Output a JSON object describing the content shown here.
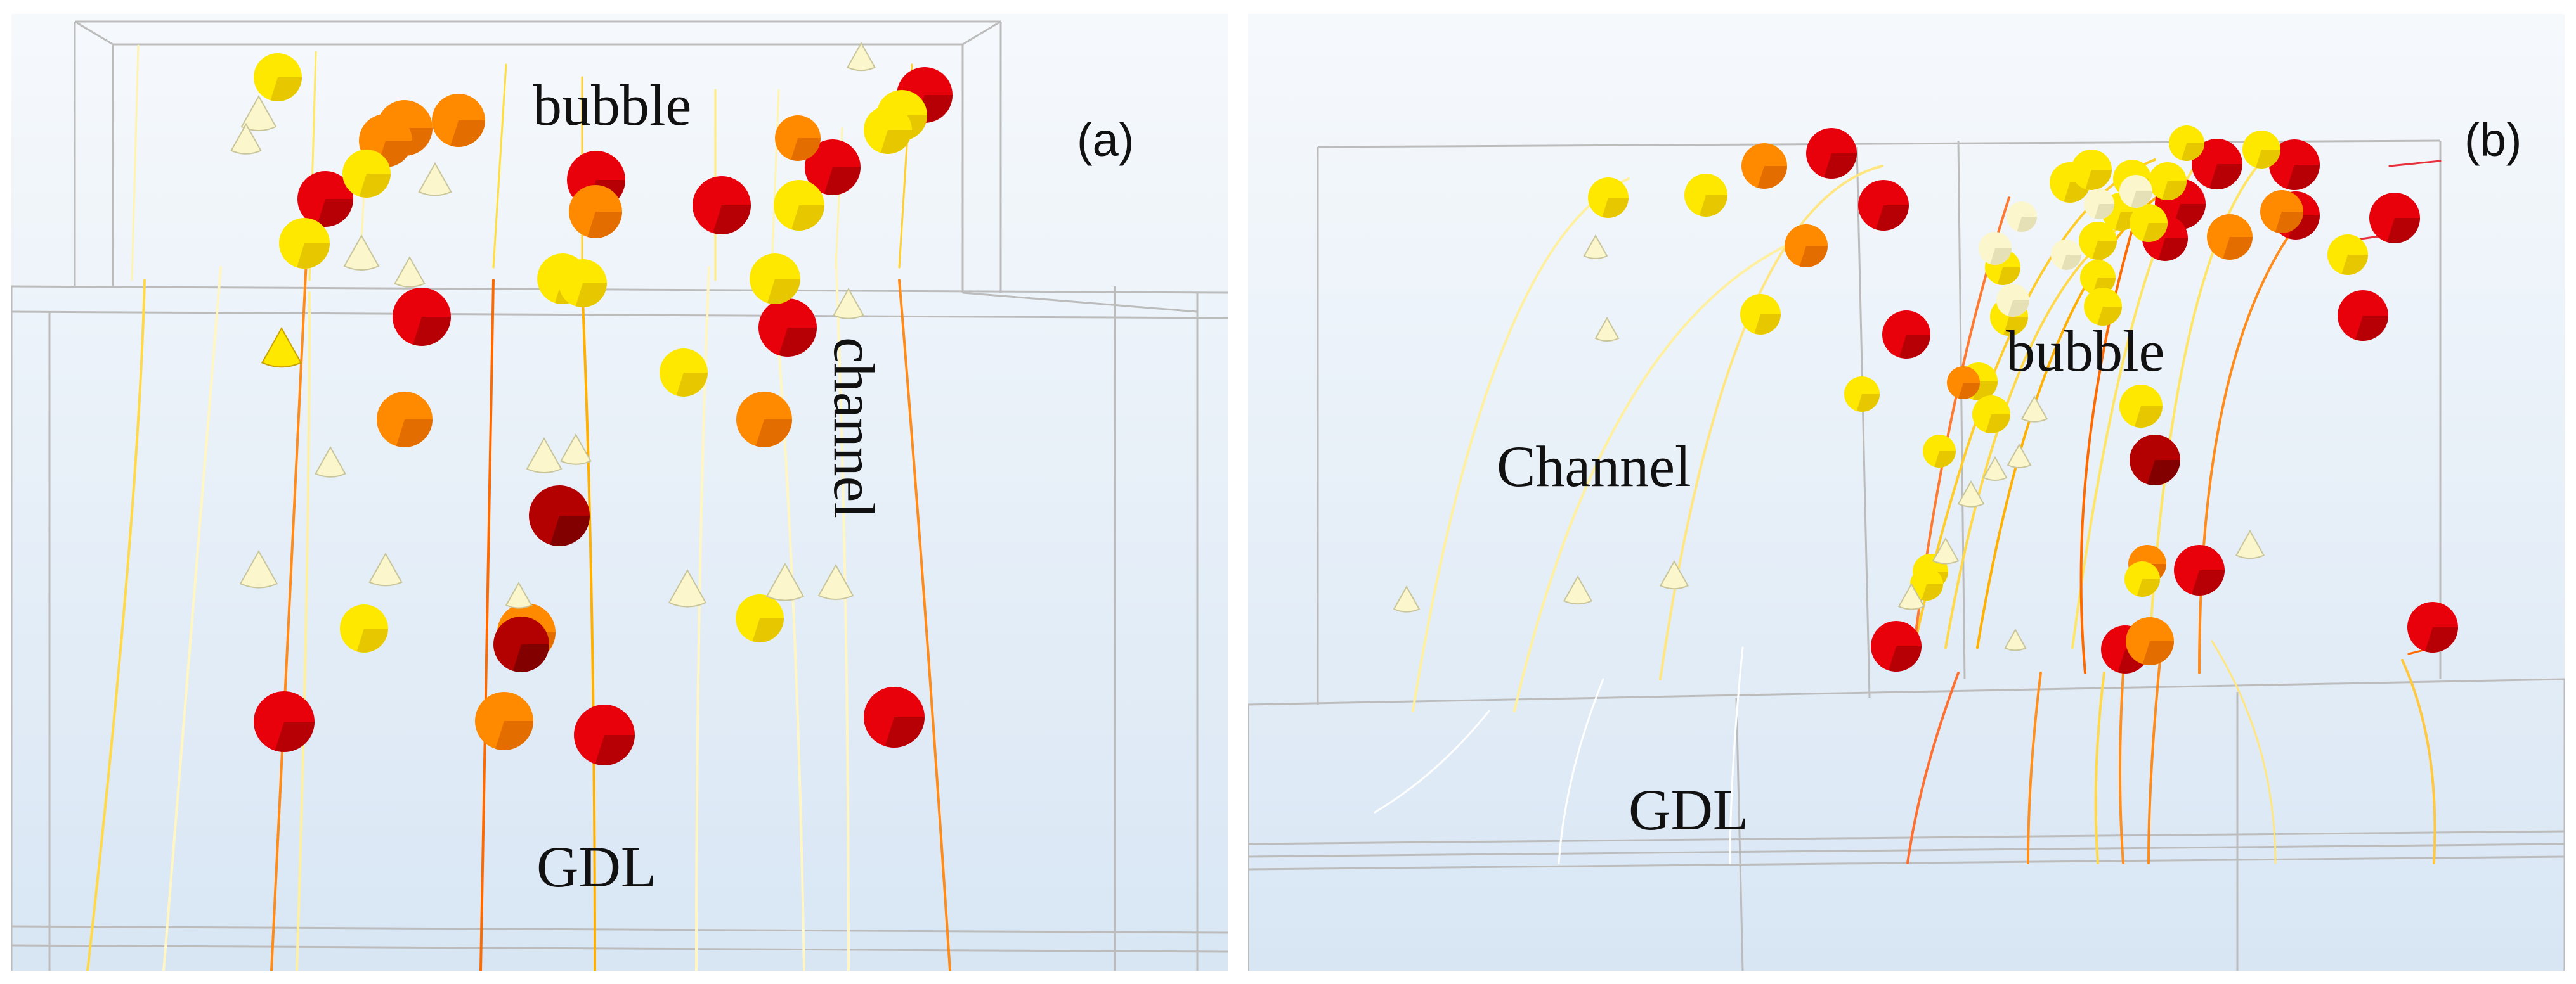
{
  "panels": [
    {
      "id_label": "(a)",
      "labels": {
        "bubble": "bubble",
        "channel": "channel",
        "gdl": "GDL"
      }
    },
    {
      "id_label": "(b)",
      "labels": {
        "bubble": "bubble",
        "channel": "Channel",
        "gdl": "GDL"
      }
    }
  ],
  "colors": {
    "background_top": "#f6f9fc",
    "background_bottom": "#d8e6f4",
    "frame_edge": "#bcbcbc",
    "bubble_hot": "#e8000a",
    "bubble_dark": "#b30000",
    "bubble_orange": "#ff8a00",
    "bubble_yellow": "#ffe800",
    "bubble_pale": "#fbf6cc"
  }
}
